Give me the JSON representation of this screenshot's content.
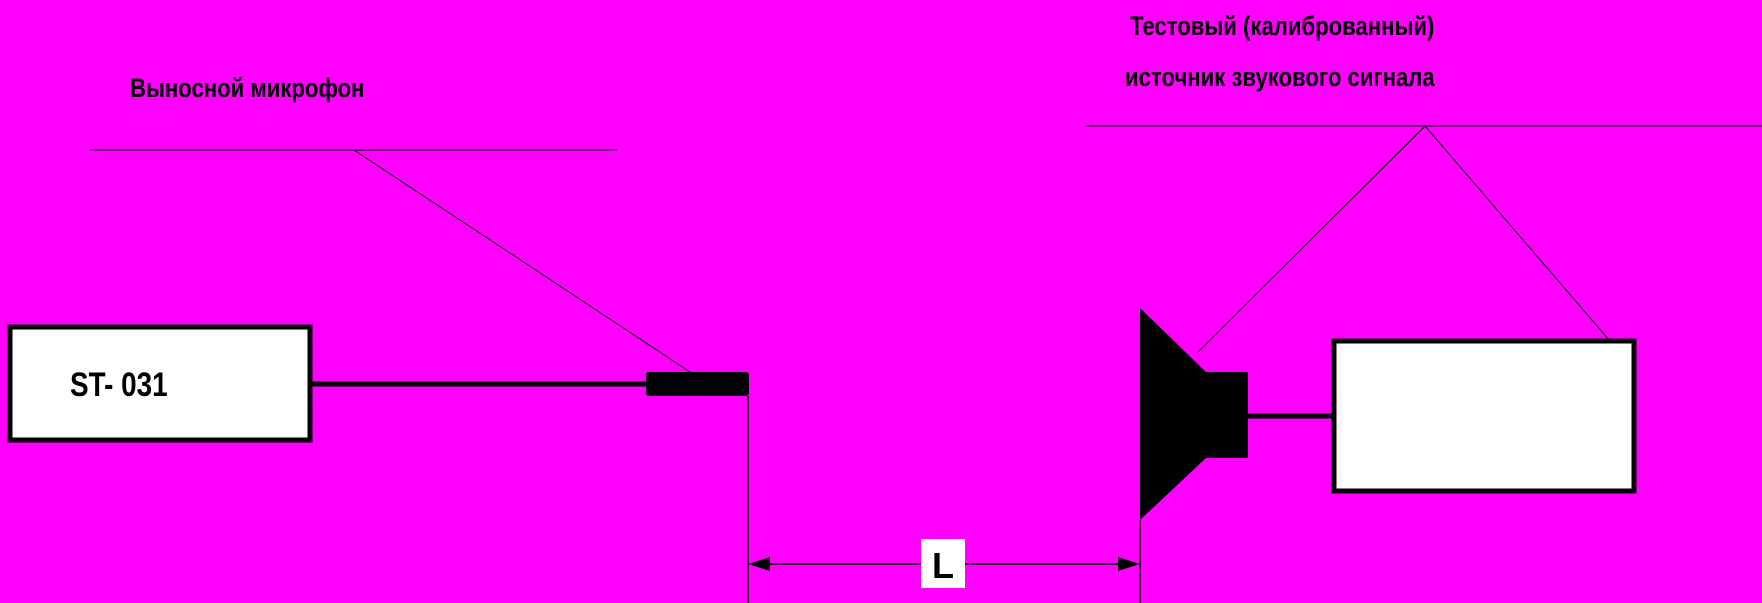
{
  "colors": {
    "background": "#ff00ff",
    "stroke": "#000000",
    "box_fill": "#ffffff"
  },
  "labels": {
    "remote_microphone": "Выносной микрофон",
    "test_source_line1": "Тестовый (калиброванный)",
    "test_source_line2": "источник звукового сигнала",
    "device": "ST- 031",
    "distance": "L"
  }
}
